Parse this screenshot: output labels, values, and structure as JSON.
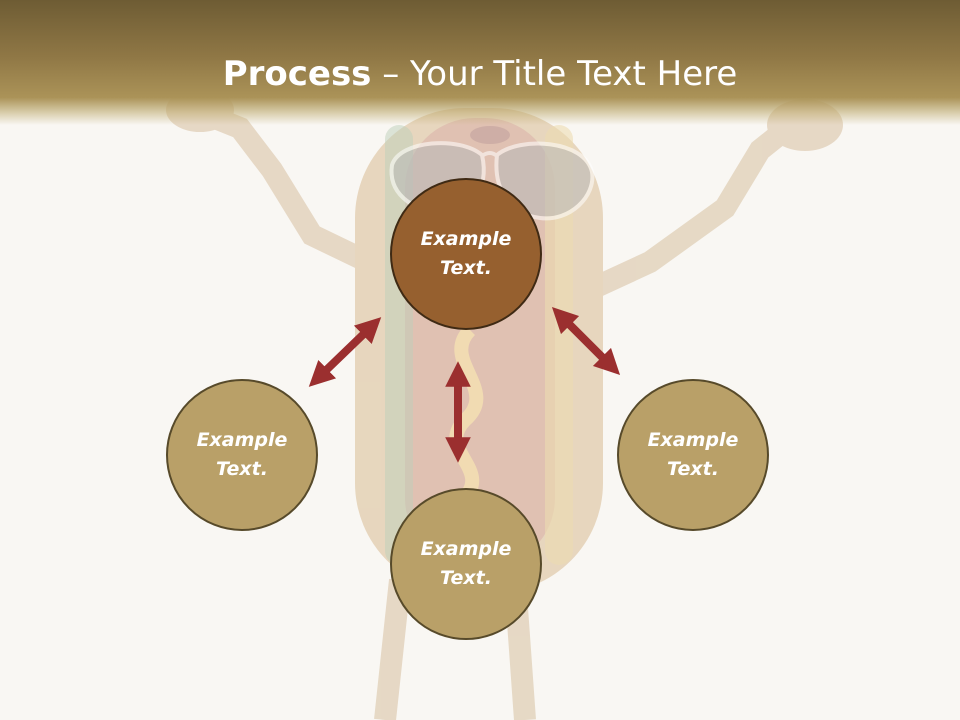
{
  "header": {
    "title_bold": "Process",
    "title_rest": " – Your Title Text Here"
  },
  "nodes": {
    "center": "Example Text.",
    "left": "Example Text.",
    "right": "Example Text.",
    "bottom": "Example Text."
  },
  "colors": {
    "header": "#8f7745",
    "center_circle": "#96602f",
    "outer_circle": "#b9a068",
    "arrow": "#9b2f2f"
  },
  "icons": {
    "background": "hotdog-mascot-illustration",
    "arrows": "double-headed-arrow"
  }
}
